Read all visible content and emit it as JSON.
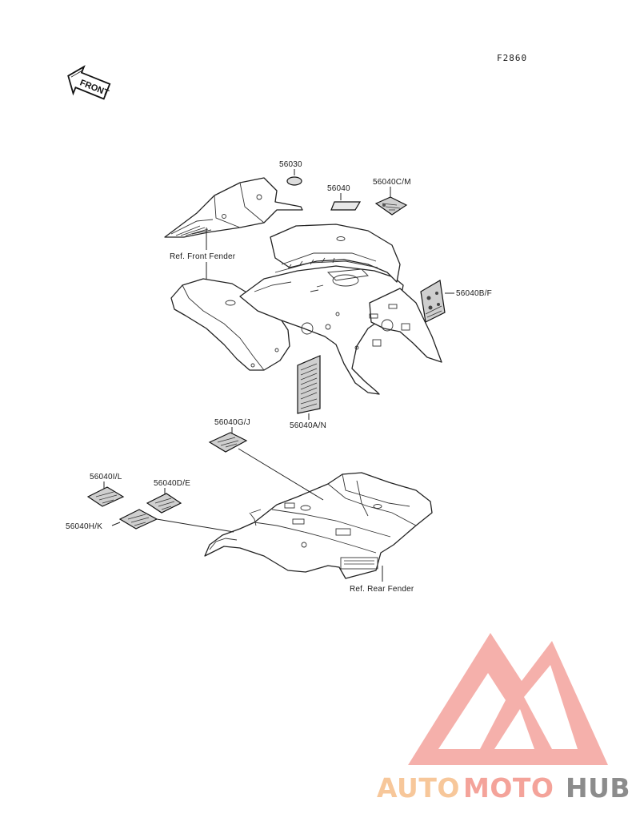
{
  "figure_code": "F2860",
  "direction_arrow": {
    "label": "FRONT",
    "icon": "front-arrow-icon"
  },
  "parts": [
    {
      "number": "56030"
    },
    {
      "number": "56040"
    },
    {
      "number": "56040C/M"
    },
    {
      "number": "56040B/F"
    },
    {
      "number": "56040A/N"
    },
    {
      "number": "56040G/J"
    },
    {
      "number": "56040I/L"
    },
    {
      "number": "56040D/E"
    },
    {
      "number": "56040H/K"
    }
  ],
  "references": {
    "front_fender": "Ref. Front Fender",
    "rear_fender": "Ref. Rear Fender"
  },
  "watermark": {
    "part1": "AUTO",
    "part2": "MOTO",
    "part3": "HUB",
    "colors": {
      "auto": "#f7c79a",
      "moto": "#f4a39a",
      "hub": "#8c8c8c",
      "triangle": "#f2a39e"
    }
  }
}
